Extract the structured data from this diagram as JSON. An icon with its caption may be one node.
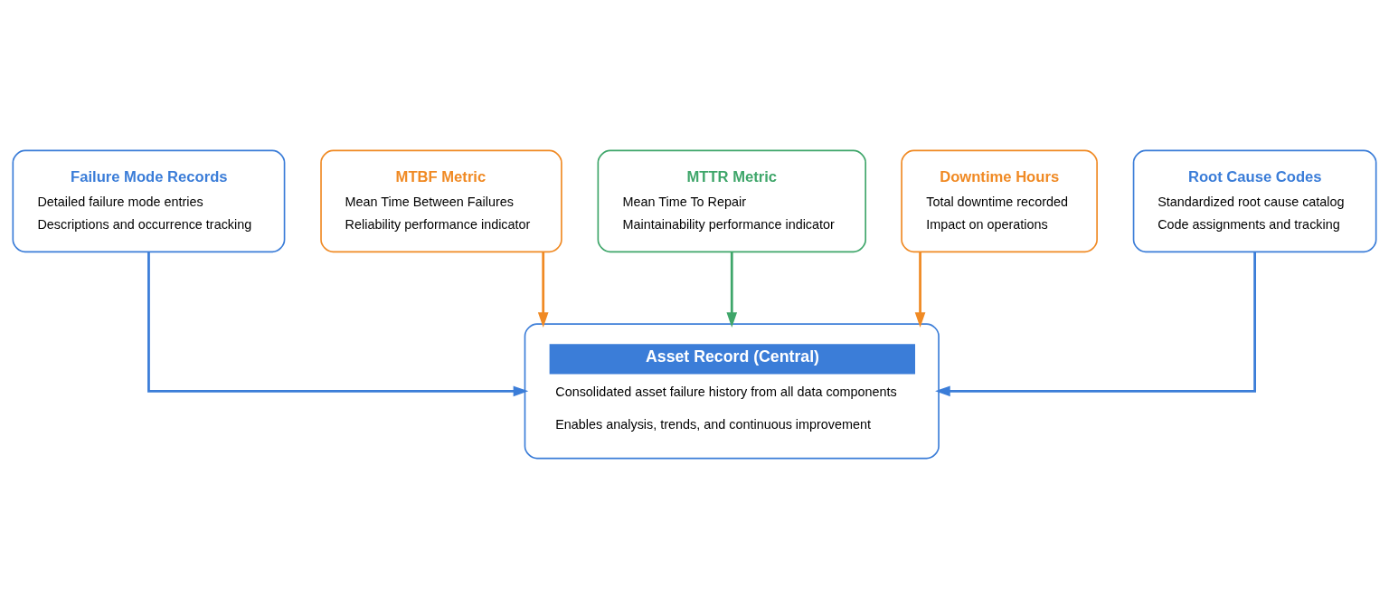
{
  "diagram": {
    "nodes": [
      {
        "text": [
          "Failure Mode Records",
          "Detailed failure mode entries",
          "Descriptions and occurrence tracking"
        ]
      },
      {
        "text": [
          "MTBF Metric",
          "Mean Time Between Failures",
          "Reliability performance indicator"
        ]
      },
      {
        "text": [
          "MTTR Metric",
          "Mean Time To Repair",
          "Maintainability performance indicator"
        ]
      },
      {
        "text": [
          "Downtime Hours",
          "Total downtime recorded",
          "Impact on operations"
        ]
      },
      {
        "text": [
          "Root Cause Codes",
          "Standardized root cause catalog",
          "Code assignments and tracking"
        ]
      },
      {
        "text": [
          "Asset Record (Central)",
          "Consolidated asset failure history from all data components",
          "Enables analysis, trends, and continuous improvement"
        ]
      }
    ],
    "edges": [
      {
        "from": 0,
        "to": 5,
        "arrow": "to",
        "color": "#3b7dd8"
      },
      {
        "from": 1,
        "to": 5,
        "arrow": "to",
        "color": "#f08a24"
      },
      {
        "from": 2,
        "to": 5,
        "arrow": "to",
        "color": "#3fa66a"
      },
      {
        "from": 3,
        "to": 5,
        "arrow": "to",
        "color": "#f08a24"
      },
      {
        "from": 4,
        "to": 5,
        "arrow": "to",
        "color": "#3b7dd8"
      }
    ]
  }
}
